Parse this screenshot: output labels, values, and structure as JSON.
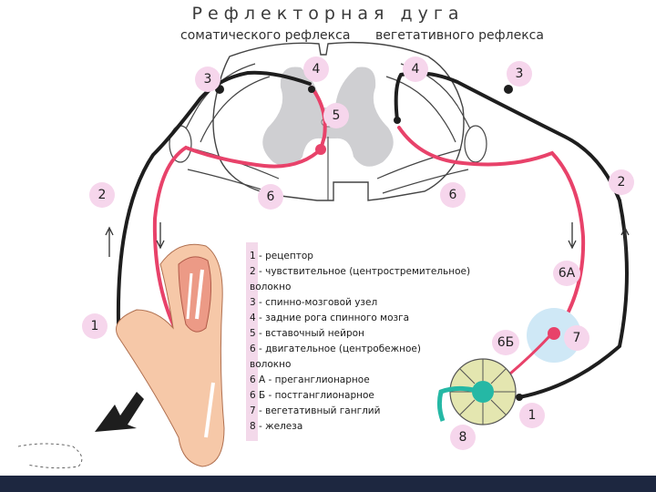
{
  "title": "Рефлекторная дуга",
  "subtitle_left": "соматического рефлекса",
  "subtitle_right": "вегетативного рефлекса",
  "labels": {
    "l3_left": "3",
    "l4_left": "4",
    "l4_right": "4",
    "l3_right": "3",
    "l5": "5",
    "l2_left": "2",
    "l6_left": "6",
    "l6_right": "6",
    "l2_right": "2",
    "l6A": "6А",
    "l1_left": "1",
    "l7": "7",
    "l6B": "6Б",
    "l1_right": "1",
    "l8": "8"
  },
  "legend": [
    "1 - рецептор",
    "2 - чувствительное  (центростремительное)",
    "      волокно",
    "3 - спинно-мозговой узел",
    "4 - задние рога спинного мозга",
    "5 - вставочный нейрон",
    "6 - двигательное (центробежное)",
    "      волокно",
    "      6 А - преганглионарное",
    "      6 Б - постганглионарное",
    "7 - вегетативный ганглий",
    "8 - железа"
  ],
  "colors": {
    "slide_bg": "#ffffff",
    "sensory_fiber": "#1e1e1e",
    "motor_fiber": "#e8426a",
    "badge_fill": "#f6d6ec",
    "grey_matter": "#cfcfd2",
    "arm_skin": "#f6c8a8"
  }
}
